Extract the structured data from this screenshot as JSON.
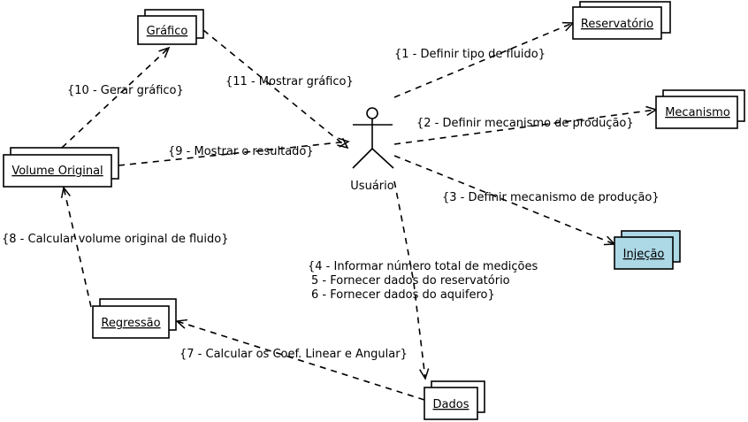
{
  "colors": {
    "highlight": "#add8e6",
    "default_fill": "#ffffff",
    "line": "#000000"
  },
  "actor": {
    "label": "Usuário"
  },
  "objects": {
    "grafico": "Gráfico",
    "reservatorio": "Reservatório",
    "mecanismo": "Mecanismo",
    "volume_original": "Volume Original",
    "injecao": "Injeção",
    "regressao": "Regressão",
    "dados": "Dados"
  },
  "messages": {
    "m1": "{1 - Definir tipo de fluido}",
    "m2": "{2 - Definir mecanismo de produção}",
    "m3": "{3 - Definir mecanismo de produção}",
    "m4_line1": "{4 - Informar número total de medições",
    "m4_line2": "5 - Fornecer dados do reservatório",
    "m4_line3": "6 - Fornecer dados do aquifero}",
    "m7": "{7 - Calcular os Coef. Linear e Angular}",
    "m8": "{8 - Calcular volume original de fluido}",
    "m9": "{9 - Mostrar o resultado}",
    "m10": "{10 - Gerar gráfico}",
    "m11": "{11 - Mostrar gráfico}"
  }
}
